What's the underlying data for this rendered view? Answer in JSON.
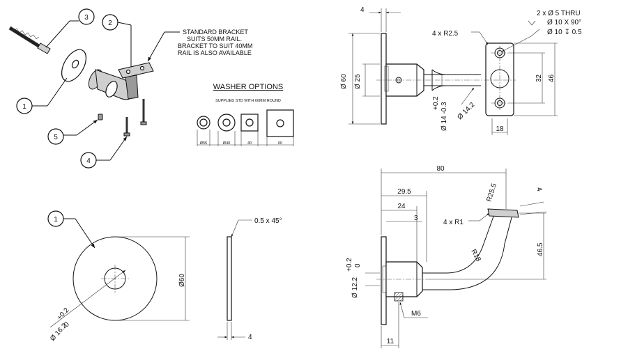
{
  "callouts": {
    "c1": "1",
    "c2": "2",
    "c3": "3",
    "c4": "4",
    "c5": "5",
    "c1b": "1"
  },
  "note": {
    "line1": "STANDARD BRACKET",
    "line2": "SUITS 50MM RAIL.",
    "line3": "BRACKET TO SUIT 40MM",
    "line4": "RAIL IS ALSO AVAILABLE"
  },
  "washer": {
    "title": "WASHER OPTIONS",
    "subtitle": "SUPPLIED STD WITH 60MM ROUND",
    "sizes": [
      "Ø55",
      "Ø40",
      "40",
      "60"
    ]
  },
  "front_view": {
    "dim_top": "4",
    "hole_note1": "2 x Ø 5 THRU",
    "hole_note2": "Ø 10 X 90°",
    "hole_note3": "Ø 10 ↧ 0.5",
    "radius": "4 x R2.5",
    "d60": "Ø 60",
    "d25": "Ø 25",
    "tol_plus": "+0.2",
    "tol_d14": "Ø 14 -0.3",
    "d142": "Ø 14.2",
    "d32": "32",
    "d46": "46",
    "d18": "18"
  },
  "disc_view": {
    "d60": "Ø60",
    "chamfer": "0.5 x 45°",
    "thick": "4",
    "tol_plus": "+0.2",
    "tol_zero": "0",
    "d162": "Ø 16.2"
  },
  "side_view": {
    "d80": "80",
    "d295": "29.5",
    "d24": "24",
    "d3": "3",
    "r255": "R25.5",
    "d4": "4",
    "r1": "4 x R1",
    "r18": "R18",
    "d465": "46.5",
    "tol_plus": "+0.2",
    "tol_zero": "0",
    "d122": "Ø 12.2",
    "m6": "M6",
    "d11": "11"
  }
}
